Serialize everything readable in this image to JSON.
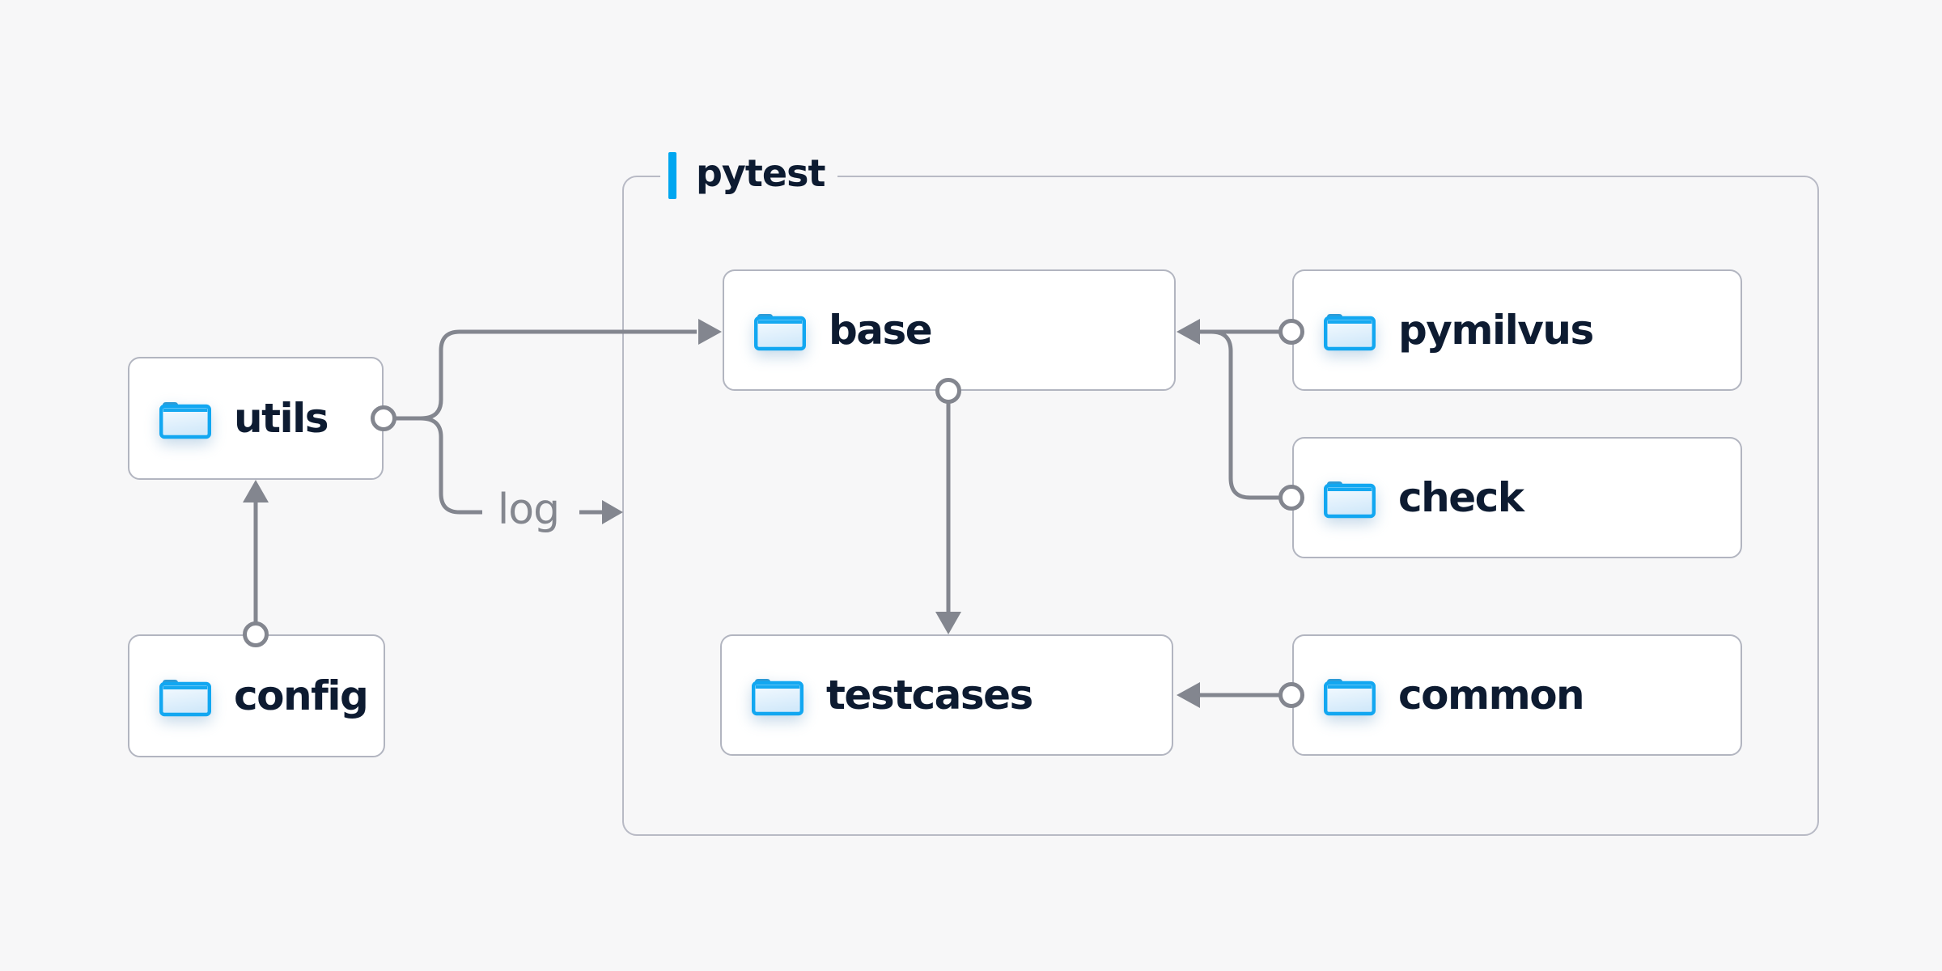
{
  "diagram": {
    "group_label": "pytest",
    "edge_annotation": "log",
    "nodes": {
      "utils": {
        "label": "utils"
      },
      "config": {
        "label": "config"
      },
      "base": {
        "label": "base"
      },
      "pymilvus": {
        "label": "pymilvus"
      },
      "check": {
        "label": "check"
      },
      "testcases": {
        "label": "testcases"
      },
      "common": {
        "label": "common"
      }
    },
    "edges": [
      {
        "from": "config",
        "to": "utils"
      },
      {
        "from": "utils",
        "to": "base"
      },
      {
        "from": "utils",
        "to": "pytest-group",
        "note": "log"
      },
      {
        "from": "base",
        "to": "testcases"
      },
      {
        "from": "pymilvus",
        "to": "base"
      },
      {
        "from": "check",
        "to": "base"
      },
      {
        "from": "common",
        "to": "testcases"
      }
    ],
    "colors": {
      "background": "#f7f7f8",
      "accent_blue": "#00a6f0",
      "folder_outline_blue": "#12a7f1",
      "folder_tab_blue": "#2d9bd6",
      "node_border_gray": "#b2b5c0",
      "group_border_gray": "#b8bac5",
      "connector_gray": "#83868f",
      "text_navy": "#0d1b31",
      "annotation_gray": "#84878f"
    }
  }
}
